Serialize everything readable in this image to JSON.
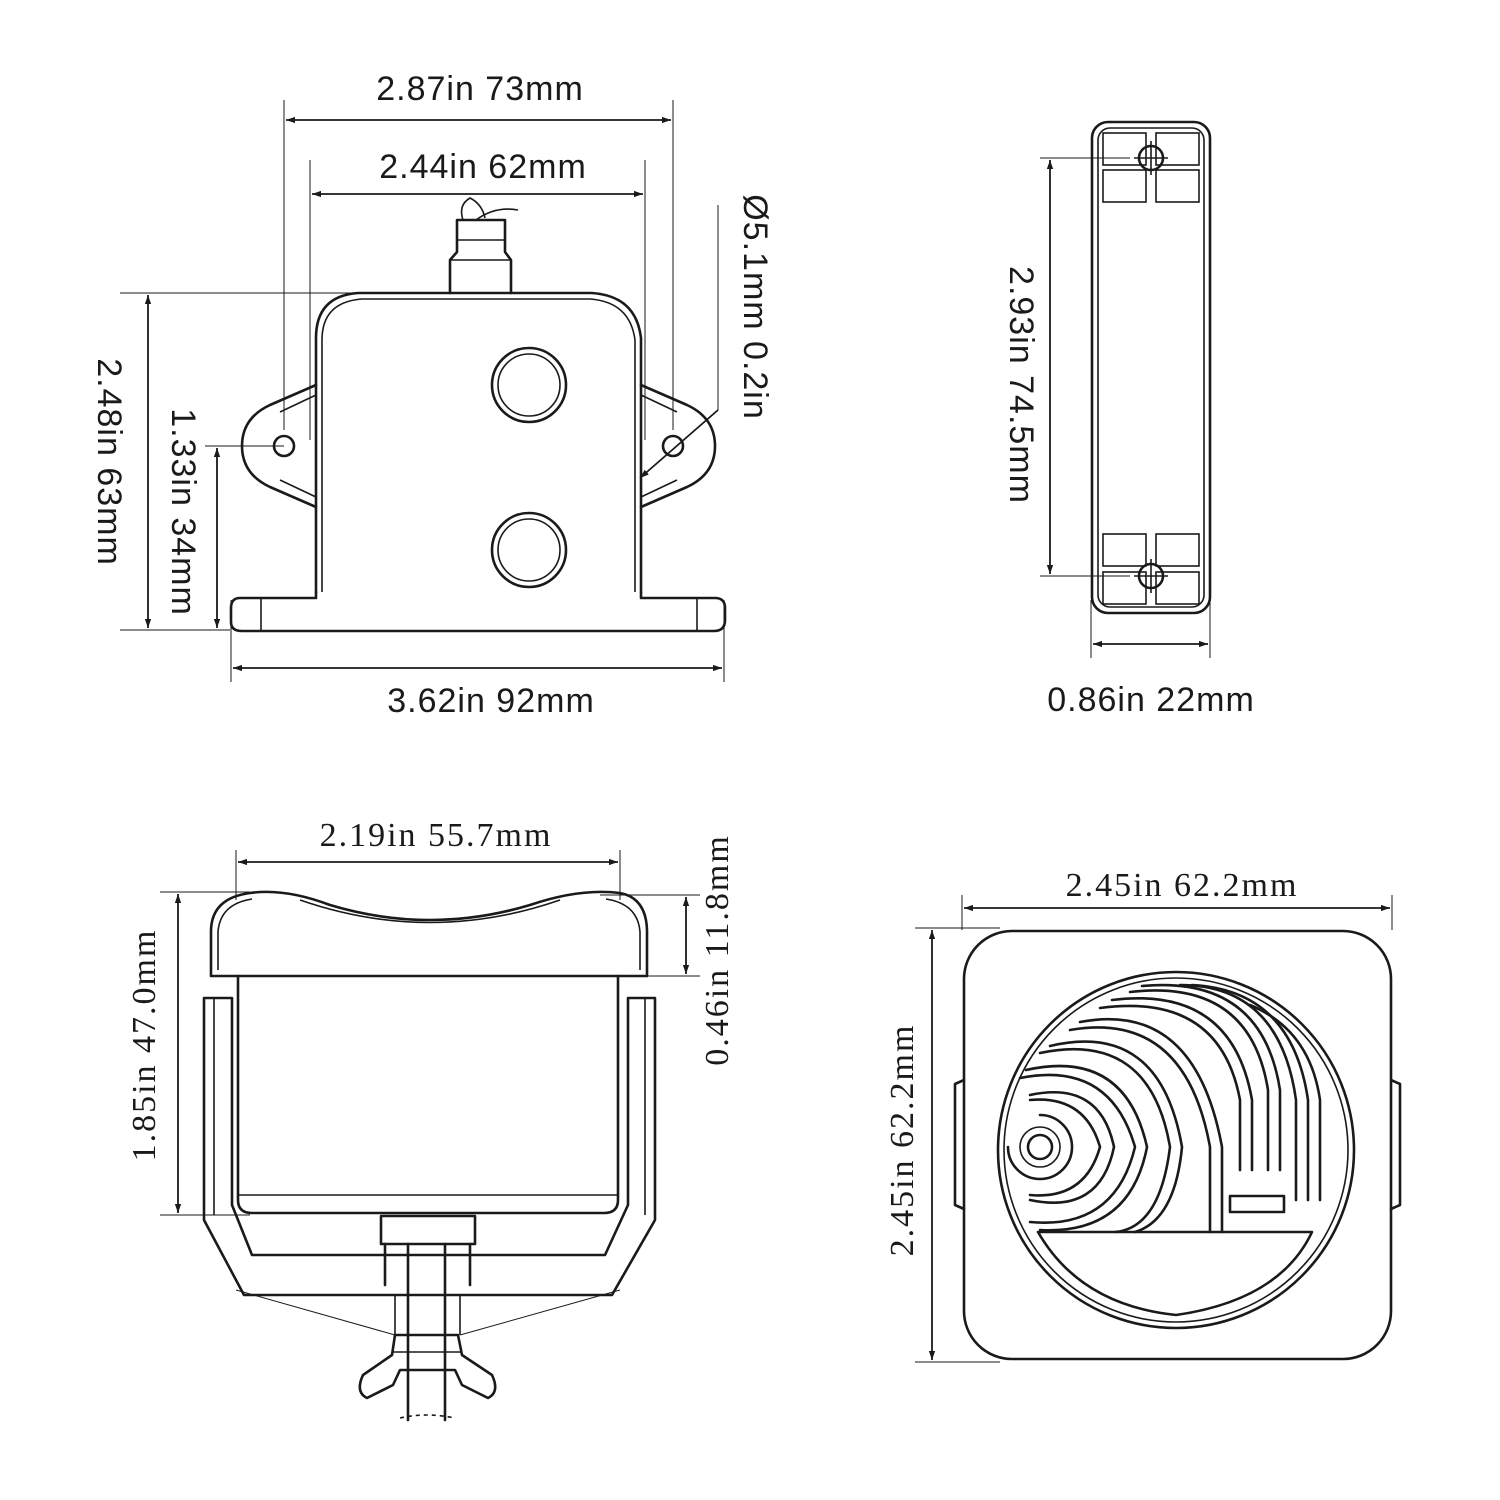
{
  "views": {
    "front": {
      "overall_width": "2.87in 73mm",
      "mount_hole_spacing": "2.44in 62mm",
      "hole_diameter": "Ø5.1mm 0.2in",
      "overall_height": "2.48in 63mm",
      "hole_height": "1.33in 34mm",
      "base_width": "3.62in 92mm"
    },
    "side": {
      "height": "2.93in 74.5mm",
      "depth": "0.86in 22mm"
    },
    "bottom_left": {
      "cap_width": "2.19in 55.7mm",
      "cap_height": "0.46in 11.8mm",
      "body_height": "1.85in 47.0mm"
    },
    "face": {
      "width": "2.45in 62.2mm",
      "height": "2.45in 62.2mm"
    }
  }
}
